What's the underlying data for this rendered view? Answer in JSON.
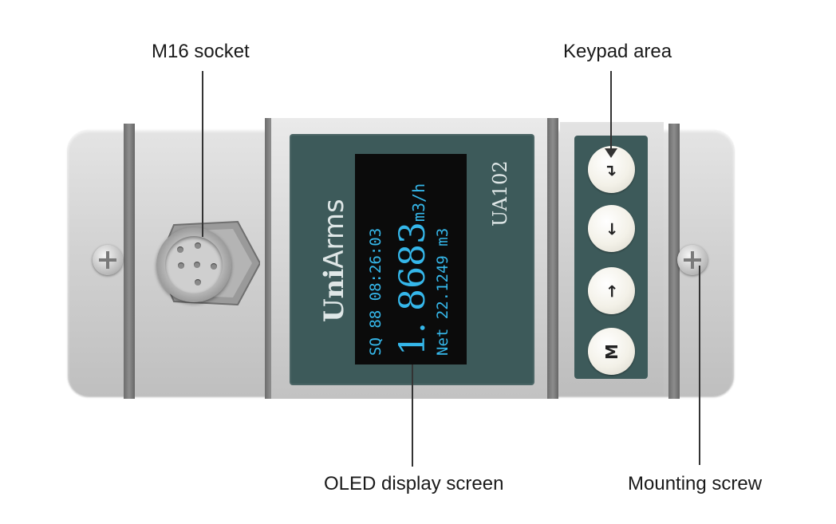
{
  "labels": {
    "socket": "M16 socket",
    "keypad": "Keypad area",
    "display": "OLED display screen",
    "screw": "Mounting screw"
  },
  "device": {
    "brand_prefix": "Uni",
    "brand_suffix": "Arms",
    "model": "UA102"
  },
  "oled": {
    "line1": "SQ 88  08:26:03",
    "line2_value": "1. 8683",
    "line2_unit": "m3/h",
    "line3": "Net  22.1249 m3"
  },
  "keys": [
    {
      "symbol": "↵",
      "icon": "enter-icon"
    },
    {
      "symbol": "←",
      "icon": "left-arrow-icon"
    },
    {
      "symbol": "→",
      "icon": "right-arrow-icon"
    },
    {
      "symbol": "M",
      "icon": "menu-icon"
    }
  ],
  "colors": {
    "panel": "#3d5a5a",
    "oled_text": "#35b7ea",
    "oled_background": "#0b0b0b"
  }
}
